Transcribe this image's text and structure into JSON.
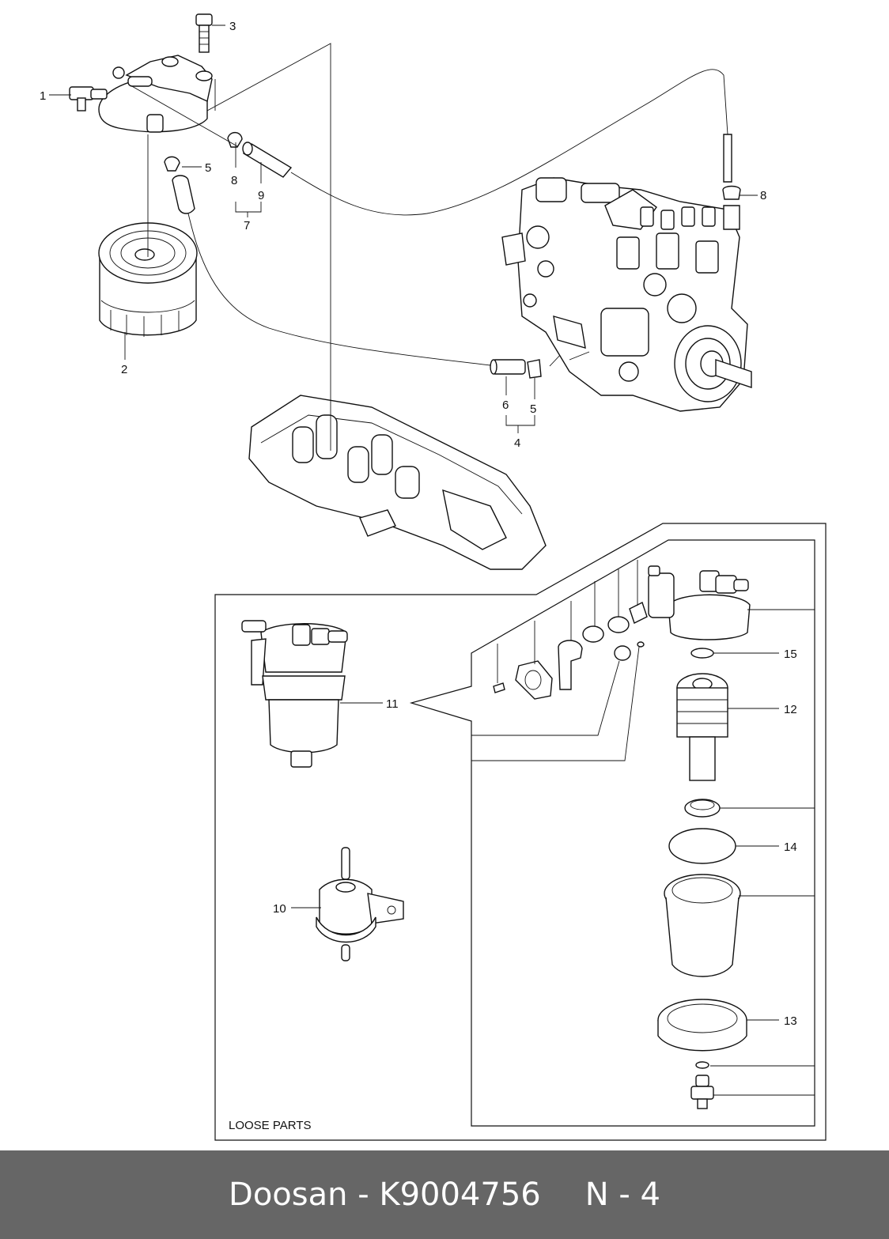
{
  "labels": {
    "l1": "1",
    "l2": "2",
    "l3": "3",
    "l4": "4",
    "l5a": "5",
    "l5b": "5",
    "l6": "6",
    "l7": "7",
    "l8a": "8",
    "l8b": "8",
    "l9": "9",
    "l10": "10",
    "l11": "11",
    "l12": "12",
    "l13": "13",
    "l14": "14",
    "l15": "15"
  },
  "loose_parts": "LOOSE PARTS",
  "footer": {
    "brand_part": "Doosan - K9004756",
    "page": "N - 4"
  }
}
